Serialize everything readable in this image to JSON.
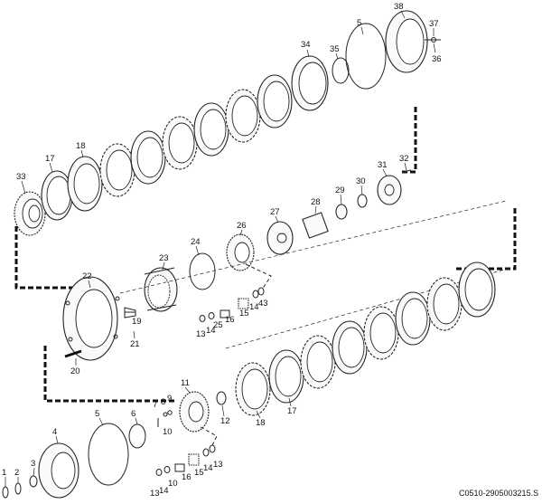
{
  "diagram": {
    "reference_code": "C0510-2905003215.S",
    "callouts": {
      "p1": "1",
      "p2": "2",
      "p3": "3",
      "p4": "4",
      "p5_lower": "5",
      "p6": "6",
      "p7": "7",
      "p8": "8",
      "p9": "9",
      "p10": "10",
      "p11": "11",
      "p12": "12",
      "p13_lower": "13",
      "p14_lower": "14",
      "p15_lower": "15",
      "p16_lower": "16",
      "p17_lower": "17",
      "p18_lower": "18",
      "p13_lower2": "13",
      "p14_lower2": "14",
      "p20": "20",
      "p21": "21",
      "p22": "22",
      "p23": "23",
      "p24": "24",
      "p25": "25",
      "p13_mid": "13",
      "p14_mid": "14",
      "p15_mid": "15",
      "p16_mid": "16",
      "p26": "26",
      "p27": "27",
      "p28": "28",
      "p29": "29",
      "p30": "30",
      "p31": "31",
      "p32": "32",
      "p33": "33",
      "p17_top": "17",
      "p18_top": "18",
      "p34": "34",
      "p35": "35",
      "p5_top": "5",
      "p38": "38",
      "p37": "37",
      "p36": "36",
      "p19": "19",
      "p43": "43"
    }
  }
}
